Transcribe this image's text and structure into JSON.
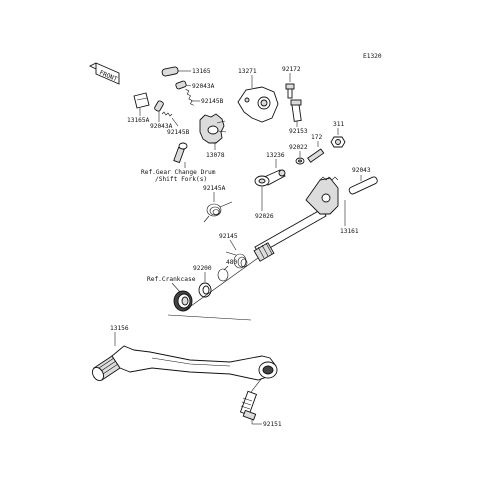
{
  "diagram": {
    "code": "E1320",
    "front_marker": "FRONT",
    "labels": {
      "p13165": "13165",
      "p13271": "13271",
      "p92172": "92172",
      "p92043A": "92043A",
      "p92145B_a": "92145B",
      "p13165A": "13165A",
      "p92043A_b": "92043A",
      "p92145B_b": "92145B",
      "p13078": "13078",
      "p92153": "92153",
      "p311": "311",
      "p172": "172",
      "p92022": "92022",
      "p13236": "13236",
      "ref_drum_1": "Ref.Gear Change Drum",
      "ref_drum_2": "/Shift Fork(s)",
      "p92043": "92043",
      "p92145A": "92145A",
      "p92026": "92026",
      "p13161": "13161",
      "p92145": "92145",
      "p480": "480",
      "p92200": "92200",
      "ref_crankcase": "Ref.Crankcase",
      "p13156": "13156",
      "p92151": "92151"
    }
  }
}
